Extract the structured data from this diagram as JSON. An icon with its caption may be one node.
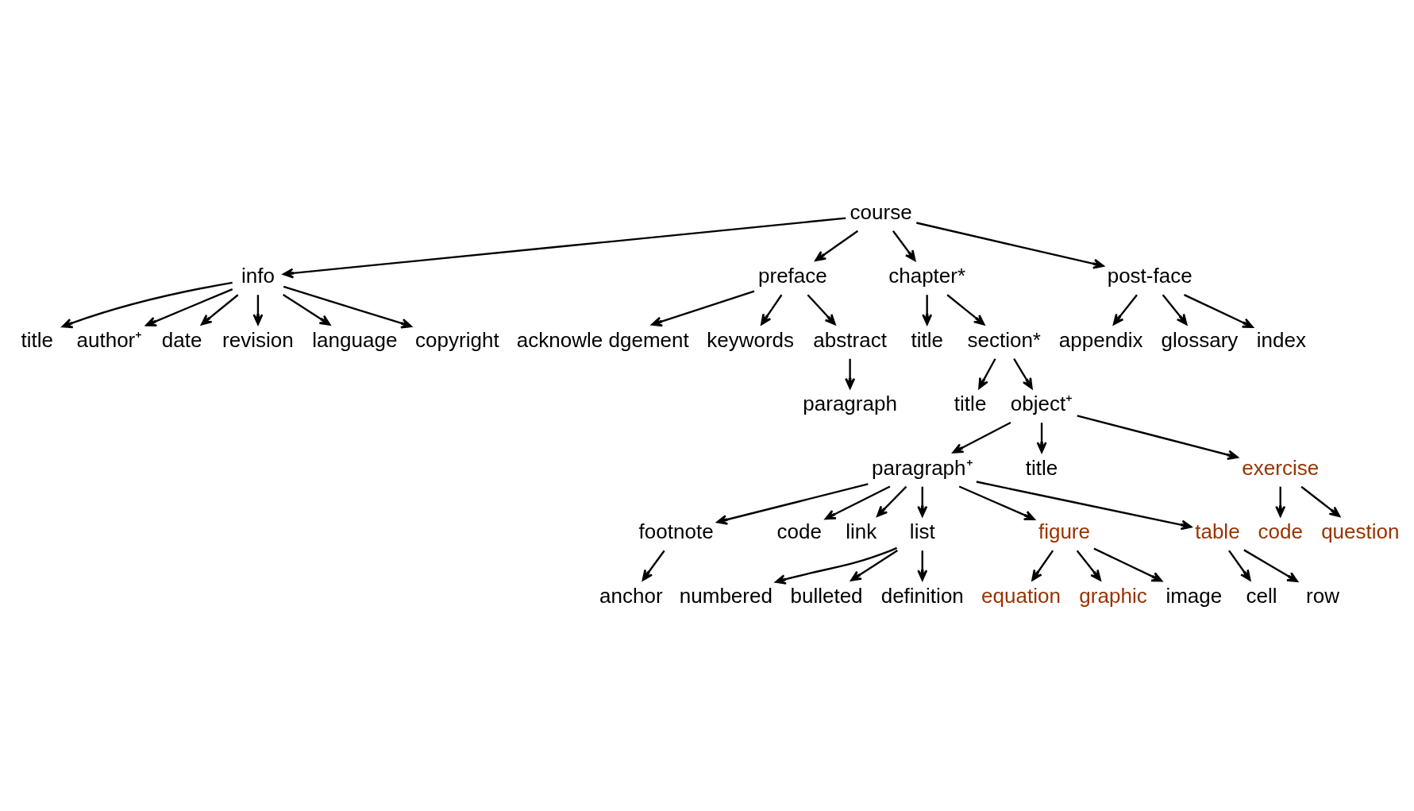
{
  "diagram": {
    "nodes": [
      {
        "text": [
          "course"
        ]
      },
      {
        "text": [
          "info"
        ]
      },
      {
        "text": [
          "preface"
        ]
      },
      {
        "text": [
          "chapter*"
        ]
      },
      {
        "text": [
          "post-face"
        ]
      },
      {
        "text": [
          "title"
        ]
      },
      {
        "text": [
          "author⁺"
        ]
      },
      {
        "text": [
          "date"
        ]
      },
      {
        "text": [
          "revision"
        ]
      },
      {
        "text": [
          "language"
        ]
      },
      {
        "text": [
          "copyright"
        ]
      },
      {
        "text": [
          "acknowle dgement"
        ]
      },
      {
        "text": [
          "keywords"
        ]
      },
      {
        "text": [
          "abstract"
        ]
      },
      {
        "text": [
          "paragraph"
        ]
      },
      {
        "text": [
          "title"
        ]
      },
      {
        "text": [
          "section*"
        ]
      },
      {
        "text": [
          "title"
        ]
      },
      {
        "text": [
          "object⁺"
        ]
      },
      {
        "text": [
          "appendix"
        ]
      },
      {
        "text": [
          "glossary"
        ]
      },
      {
        "text": [
          "index"
        ]
      },
      {
        "text": [
          "paragraph⁺"
        ]
      },
      {
        "text": [
          "title"
        ]
      },
      {
        "text": [
          "exercise"
        ]
      },
      {
        "text": [
          "footnote"
        ]
      },
      {
        "text": [
          "code"
        ]
      },
      {
        "text": [
          "link"
        ]
      },
      {
        "text": [
          "list"
        ]
      },
      {
        "text": [
          "figure"
        ]
      },
      {
        "text": [
          "table"
        ]
      },
      {
        "text": [
          "anchor"
        ]
      },
      {
        "text": [
          "numbered"
        ]
      },
      {
        "text": [
          "bulleted"
        ]
      },
      {
        "text": [
          "definition"
        ]
      },
      {
        "text": [
          "equation"
        ]
      },
      {
        "text": [
          "graphic"
        ]
      },
      {
        "text": [
          "image"
        ]
      },
      {
        "text": [
          "cell"
        ]
      },
      {
        "text": [
          "row"
        ]
      },
      {
        "text": [
          "code"
        ]
      },
      {
        "text": [
          "question"
        ]
      }
    ],
    "edges": [
      {
        "from": 0,
        "to": 1,
        "arrow": "to"
      },
      {
        "from": 0,
        "to": 2,
        "arrow": "to"
      },
      {
        "from": 0,
        "to": 3,
        "arrow": "to"
      },
      {
        "from": 0,
        "to": 4,
        "arrow": "to"
      },
      {
        "from": 1,
        "to": 5,
        "arrow": "to"
      },
      {
        "from": 1,
        "to": 6,
        "arrow": "to"
      },
      {
        "from": 1,
        "to": 7,
        "arrow": "to"
      },
      {
        "from": 1,
        "to": 8,
        "arrow": "to"
      },
      {
        "from": 1,
        "to": 9,
        "arrow": "to"
      },
      {
        "from": 1,
        "to": 10,
        "arrow": "to"
      },
      {
        "from": 2,
        "to": 11,
        "arrow": "to"
      },
      {
        "from": 2,
        "to": 12,
        "arrow": "to"
      },
      {
        "from": 2,
        "to": 13,
        "arrow": "to"
      },
      {
        "from": 13,
        "to": 14,
        "arrow": "to"
      },
      {
        "from": 3,
        "to": 15,
        "arrow": "to"
      },
      {
        "from": 3,
        "to": 16,
        "arrow": "to"
      },
      {
        "from": 16,
        "to": 17,
        "arrow": "to"
      },
      {
        "from": 16,
        "to": 18,
        "arrow": "to"
      },
      {
        "from": 4,
        "to": 19,
        "arrow": "to"
      },
      {
        "from": 4,
        "to": 20,
        "arrow": "to"
      },
      {
        "from": 4,
        "to": 21,
        "arrow": "to"
      },
      {
        "from": 18,
        "to": 22,
        "arrow": "to"
      },
      {
        "from": 18,
        "to": 23,
        "arrow": "to"
      },
      {
        "from": 18,
        "to": 24,
        "arrow": "to"
      },
      {
        "from": 22,
        "to": 25,
        "arrow": "to"
      },
      {
        "from": 22,
        "to": 26,
        "arrow": "to"
      },
      {
        "from": 22,
        "to": 27,
        "arrow": "to"
      },
      {
        "from": 22,
        "to": 28,
        "arrow": "to"
      },
      {
        "from": 22,
        "to": 29,
        "arrow": "to"
      },
      {
        "from": 22,
        "to": 30,
        "arrow": "to"
      },
      {
        "from": 25,
        "to": 31,
        "arrow": "to"
      },
      {
        "from": 28,
        "to": 32,
        "arrow": "to"
      },
      {
        "from": 28,
        "to": 33,
        "arrow": "to"
      },
      {
        "from": 28,
        "to": 34,
        "arrow": "to"
      },
      {
        "from": 29,
        "to": 35,
        "arrow": "to"
      },
      {
        "from": 29,
        "to": 36,
        "arrow": "to"
      },
      {
        "from": 29,
        "to": 37,
        "arrow": "to"
      },
      {
        "from": 30,
        "to": 38,
        "arrow": "to"
      },
      {
        "from": 30,
        "to": 39,
        "arrow": "to"
      },
      {
        "from": 24,
        "to": 40,
        "arrow": "to"
      },
      {
        "from": 24,
        "to": 41,
        "arrow": "to"
      }
    ]
  }
}
